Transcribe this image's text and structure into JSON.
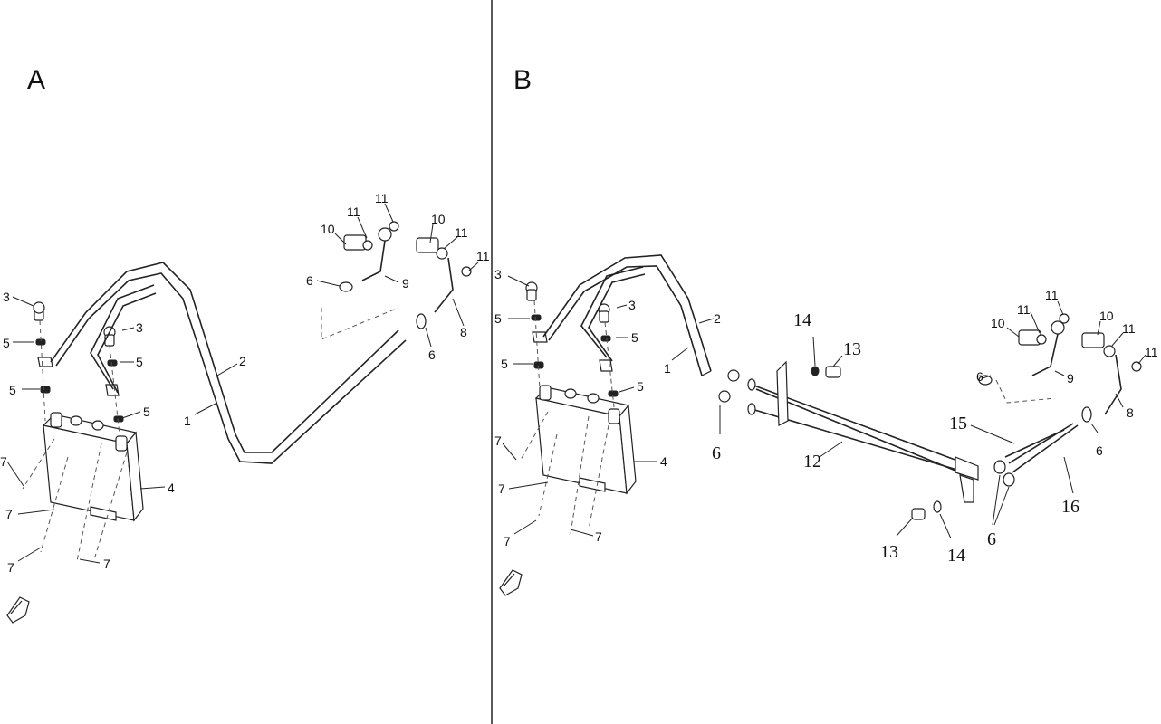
{
  "panels": [
    {
      "id": "A",
      "label": "A"
    },
    {
      "id": "B",
      "label": "B"
    }
  ],
  "callouts_a": {
    "c1": "1",
    "c2": "2",
    "c3a": "3",
    "c3b": "3",
    "c4": "4",
    "c5a": "5",
    "c5b": "5",
    "c5c": "5",
    "c5d": "5",
    "c6a": "6",
    "c6b": "6",
    "c7a": "7",
    "c7b": "7",
    "c7c": "7",
    "c7d": "7",
    "c8": "8",
    "c9": "9",
    "c10a": "10",
    "c10b": "10",
    "c11a": "11",
    "c11b": "11",
    "c11c": "11",
    "c11d": "11"
  },
  "callouts_b": {
    "c1": "1",
    "c2": "2",
    "c3a": "3",
    "c3b": "3",
    "c4": "4",
    "c5a": "5",
    "c5b": "5",
    "c5c": "5",
    "c5d": "5",
    "c6a": "6",
    "c6b": "6",
    "c6c": "6",
    "c6d": "6",
    "c7a": "7",
    "c7b": "7",
    "c7c": "7",
    "c7d": "7",
    "c8": "8",
    "c9": "9",
    "c10a": "10",
    "c10b": "10",
    "c11a": "11",
    "c11b": "11",
    "c11c": "11",
    "c11d": "11",
    "c12": "12",
    "c13a": "13",
    "c13b": "13",
    "c14a": "14",
    "c14b": "14",
    "c15": "15",
    "c16": "16"
  }
}
